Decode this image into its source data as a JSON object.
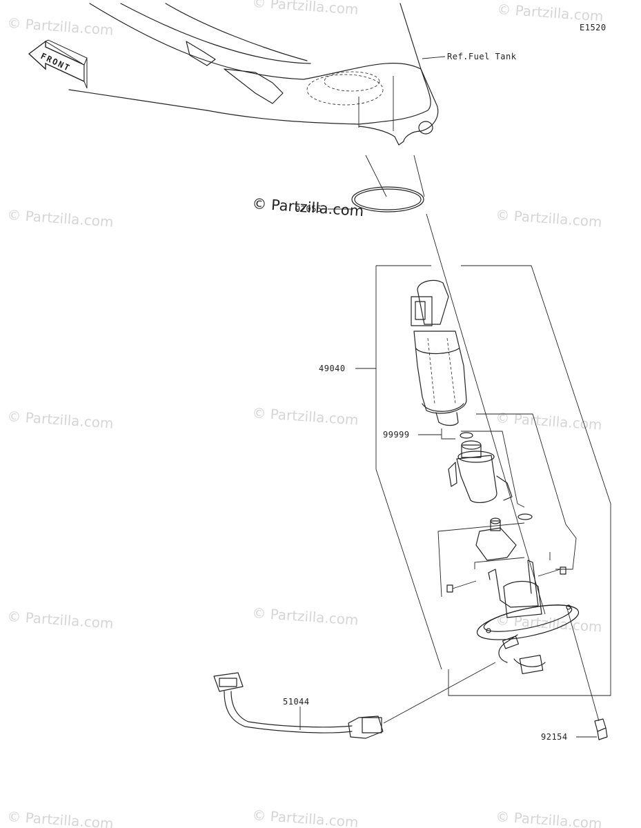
{
  "diagram_code": "E1520",
  "front_label": "FRONT",
  "ref_label": "Ref.Fuel Tank",
  "watermark": "© Partzilla.com",
  "parts": [
    {
      "id": "92055"
    },
    {
      "id": "49040"
    },
    {
      "id": "99999"
    },
    {
      "id": "51044"
    },
    {
      "id": "92154"
    }
  ]
}
